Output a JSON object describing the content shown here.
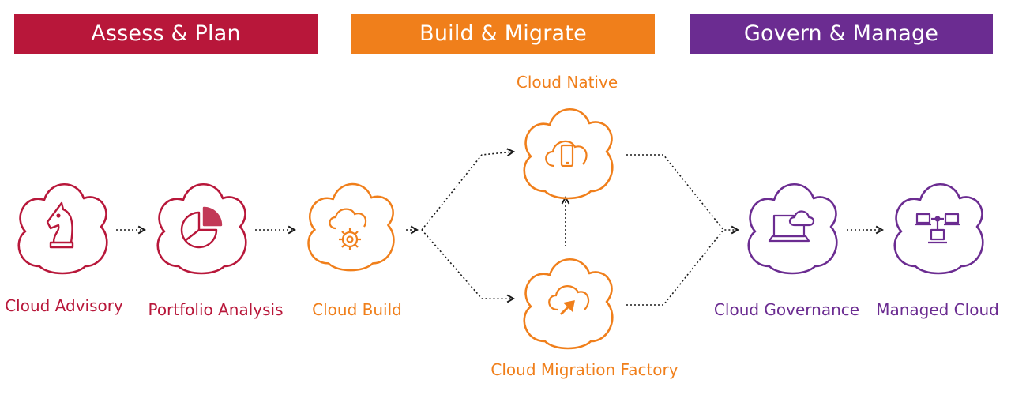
{
  "colors": {
    "assess": "#b8173a",
    "build": "#f07f1b",
    "govern": "#6b2c91",
    "connector": "#1a1a1a"
  },
  "phases": {
    "assess": {
      "label": "Assess & Plan"
    },
    "build": {
      "label": "Build & Migrate"
    },
    "govern": {
      "label": "Govern & Manage"
    }
  },
  "nodes": {
    "cloud_advisory": {
      "label": "Cloud Advisory",
      "icon": "chess-knight-icon"
    },
    "portfolio_analysis": {
      "label": "Portfolio Analysis",
      "icon": "pie-chart-icon"
    },
    "cloud_build": {
      "label": "Cloud Build",
      "icon": "gear-icon"
    },
    "cloud_native": {
      "label": "Cloud Native",
      "icon": "mobile-device-icon"
    },
    "cloud_migration_factory": {
      "label": "Cloud Migration Factory",
      "icon": "upload-arrow-icon"
    },
    "cloud_governance": {
      "label": "Cloud Governance",
      "icon": "laptop-cloud-icon"
    },
    "managed_cloud": {
      "label": "Managed Cloud",
      "icon": "network-icon"
    }
  }
}
